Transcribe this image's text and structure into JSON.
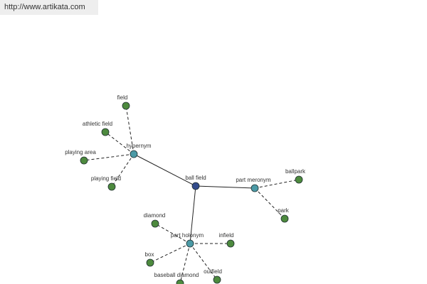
{
  "header": {
    "url": "http://www.artikata.com"
  },
  "colors": {
    "root": "#334c8c",
    "relation": "#4b9aa6",
    "leaf": "#4d8a3e",
    "node_stroke": "#1f2f2f",
    "solid_edge": "#222222",
    "dashed_edge": "#222222",
    "label": "#333333",
    "url_background": "#eeeeee"
  },
  "graph": {
    "root": {
      "id": "ball_field",
      "label": "ball field",
      "kind": "root"
    },
    "relations": [
      {
        "id": "hypernym",
        "label": "hypernym",
        "kind": "relation"
      },
      {
        "id": "part_meronym",
        "label": "part meronym",
        "kind": "relation"
      },
      {
        "id": "part_holonym",
        "label": "part holonym",
        "kind": "relation"
      }
    ],
    "leaves": [
      {
        "id": "field",
        "label": "field",
        "parent": "hypernym"
      },
      {
        "id": "athletic_field",
        "label": "athletic field",
        "parent": "hypernym"
      },
      {
        "id": "playing_area",
        "label": "playing area",
        "parent": "hypernym"
      },
      {
        "id": "playing_field",
        "label": "playing field",
        "parent": "hypernym"
      },
      {
        "id": "ballpark",
        "label": "ballpark",
        "parent": "part_meronym"
      },
      {
        "id": "park",
        "label": "park",
        "parent": "part_meronym"
      },
      {
        "id": "diamond",
        "label": "diamond",
        "parent": "part_holonym"
      },
      {
        "id": "infield",
        "label": "infield",
        "parent": "part_holonym"
      },
      {
        "id": "box",
        "label": "box",
        "parent": "part_holonym"
      },
      {
        "id": "baseball_diamond",
        "label": "baseball diamond",
        "parent": "part_holonym"
      },
      {
        "id": "outfield",
        "label": "outfield",
        "parent": "part_holonym"
      }
    ]
  }
}
